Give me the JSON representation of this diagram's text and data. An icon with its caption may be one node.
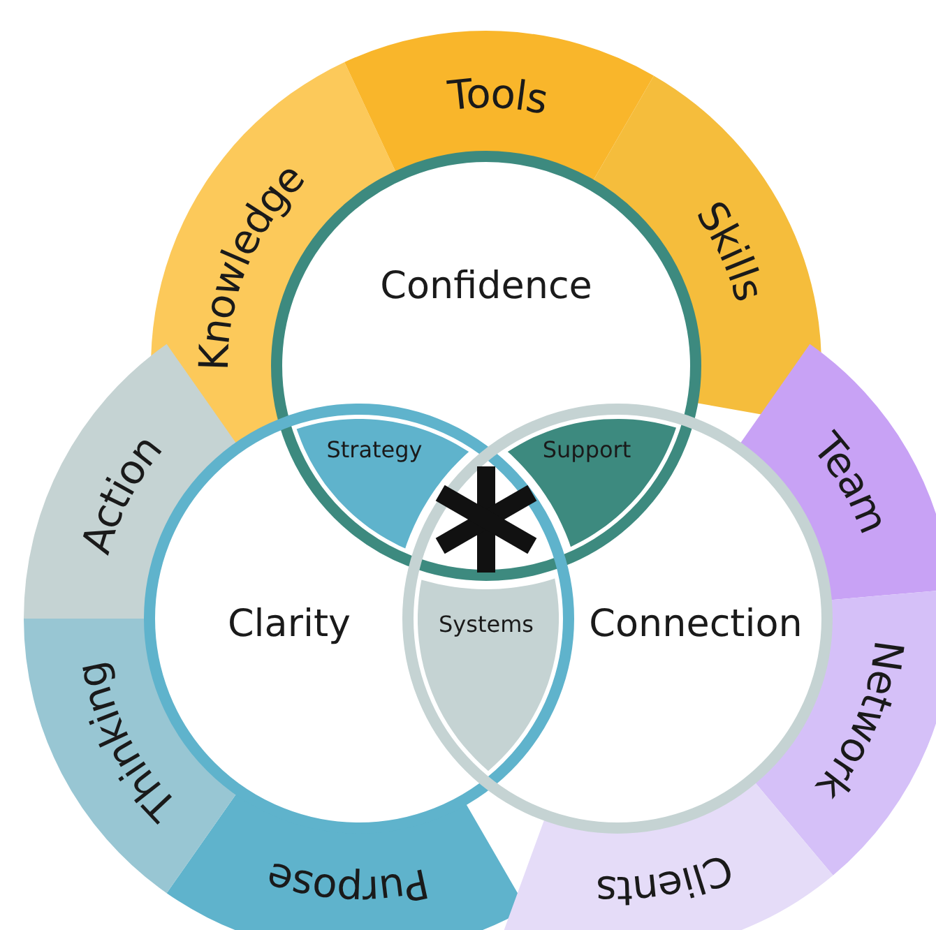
{
  "diagram": {
    "nodes": [
      {
        "text": [
          "Confidence"
        ]
      },
      {
        "text": [
          "Clarity"
        ]
      },
      {
        "text": [
          "Connection"
        ]
      },
      {
        "text": [
          "Strategy"
        ]
      },
      {
        "text": [
          "Support"
        ]
      },
      {
        "text": [
          "Systems"
        ]
      },
      {
        "text": [
          "Knowledge"
        ]
      },
      {
        "text": [
          "Tools"
        ]
      },
      {
        "text": [
          "Skills"
        ]
      },
      {
        "text": [
          "Team"
        ]
      },
      {
        "text": [
          "Network"
        ]
      },
      {
        "text": [
          "Clients"
        ]
      },
      {
        "text": [
          "Purpose"
        ]
      },
      {
        "text": [
          "Thinking"
        ]
      },
      {
        "text": [
          "Action"
        ]
      }
    ],
    "edges": []
  }
}
